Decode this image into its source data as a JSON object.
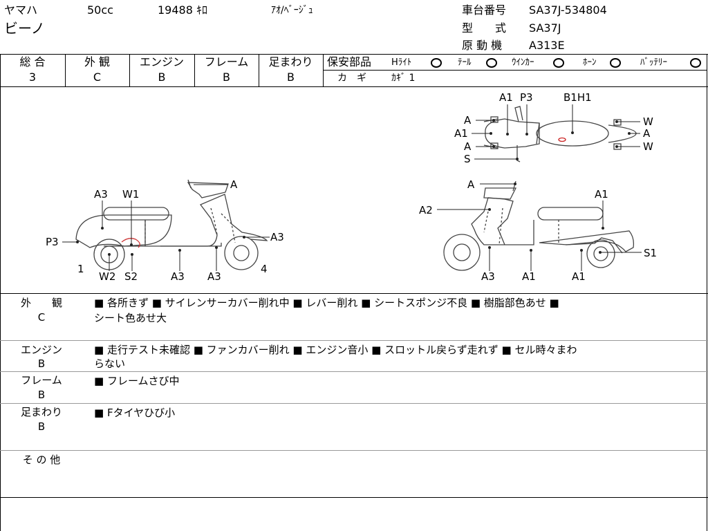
{
  "header": {
    "maker": "ヤマハ",
    "displacement": "50cc",
    "mileage": "19488 ｷﾛ",
    "color": "ｱｵ/ﾍﾞｰｼﾞｭ",
    "model_name": "ビーノ",
    "chassis_label": "車台番号",
    "chassis_value": "SA37J-534804",
    "type_label": "型　　式",
    "type_value": "SA37J",
    "engine_label": "原 動 機",
    "engine_value": "A313E"
  },
  "grades": {
    "overall_label": "総 合",
    "overall_value": "3",
    "exterior_label": "外 観",
    "exterior_value": "C",
    "engine_label": "エンジン",
    "engine_value": "B",
    "frame_label": "フレーム",
    "frame_value": "B",
    "suspension_label": "足まわり",
    "suspension_value": "B"
  },
  "safety": {
    "label": "保安部品",
    "items": [
      "Hﾗｲﾄ",
      "ﾃｰﾙ",
      "ｳｲﾝｶｰ",
      "ﾎｰﾝ",
      "ﾊﾞｯﾃﾘｰ"
    ],
    "key_label": "カ　ギ",
    "key_value": "ｶｷﾞ 1"
  },
  "diagram": {
    "left_labels": [
      "A3",
      "W1",
      "P3",
      "1",
      "W2",
      "S2",
      "A3",
      "A3",
      "4",
      "A3",
      "A"
    ],
    "right_labels": [
      "A",
      "A2",
      "A1",
      "S1",
      "A3",
      "A1",
      "A1"
    ],
    "top_labels": [
      "A1",
      "P3",
      "B1H1",
      "A",
      "A1",
      "A",
      "S",
      "W",
      "A",
      "W"
    ]
  },
  "sections": [
    {
      "label": "外　　観",
      "grade": "C",
      "line1": "■ 各所きず ■ サイレンサーカバー削れ中 ■ レバー削れ ■ シートスポンジ不良 ■ 樹脂部色あせ ■",
      "line2": "シート色あせ大"
    },
    {
      "label": "エンジン",
      "grade": "B",
      "line1": "■ 走行テスト未確認 ■ ファンカバー削れ ■ エンジン音小 ■ スロットル戻らず走れず ■ セル時々まわ",
      "line2": "らない"
    },
    {
      "label": "フレーム",
      "grade": "B",
      "line1": "■ フレームさび中",
      "line2": ""
    },
    {
      "label": "足まわり",
      "grade": "B",
      "line1": "■ Fタイヤひび小",
      "line2": ""
    },
    {
      "label": "そ の 他",
      "grade": "",
      "line1": "",
      "line2": ""
    }
  ]
}
